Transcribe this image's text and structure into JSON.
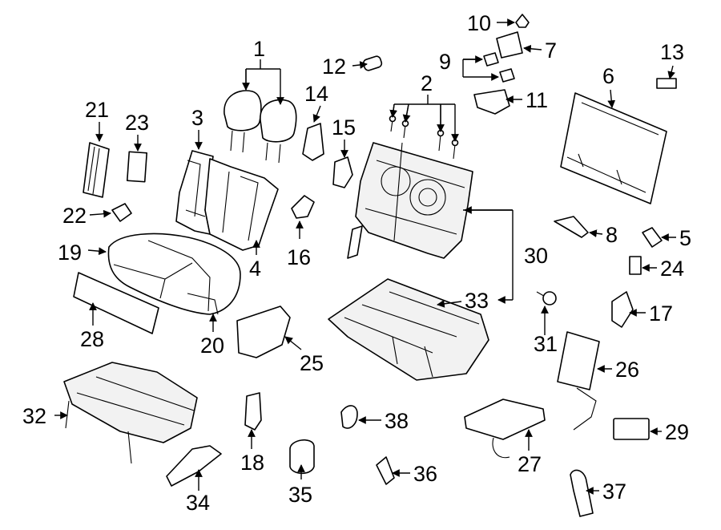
{
  "callouts": {
    "n1": "1",
    "n2": "2",
    "n3": "3",
    "n4": "4",
    "n5": "5",
    "n6": "6",
    "n7": "7",
    "n8": "8",
    "n9": "9",
    "n10": "10",
    "n11": "11",
    "n12": "12",
    "n13": "13",
    "n14": "14",
    "n15": "15",
    "n16": "16",
    "n17": "17",
    "n18": "18",
    "n19": "19",
    "n20": "20",
    "n21": "21",
    "n22": "22",
    "n23": "23",
    "n24": "24",
    "n25": "25",
    "n26": "26",
    "n27": "27",
    "n28": "28",
    "n29": "29",
    "n30": "30",
    "n31": "31",
    "n32": "32",
    "n33": "33",
    "n34": "34",
    "n35": "35",
    "n36": "36",
    "n37": "37",
    "n38": "38"
  }
}
